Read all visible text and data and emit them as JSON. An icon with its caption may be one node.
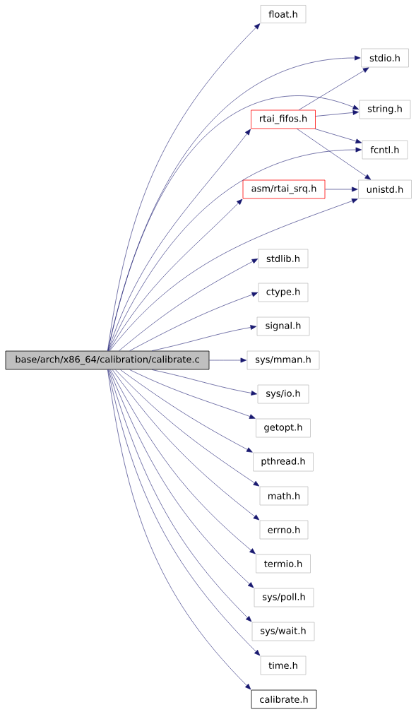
{
  "diagram": {
    "nodes": [
      {
        "text": [
          "base/arch/x86_64/calibration/calibrate.c"
        ]
      },
      {
        "text": [
          "float.h"
        ]
      },
      {
        "text": [
          "stdio.h"
        ]
      },
      {
        "text": [
          "rtai_fifos.h"
        ]
      },
      {
        "text": [
          "string.h"
        ]
      },
      {
        "text": [
          "fcntl.h"
        ]
      },
      {
        "text": [
          "asm/rtai_srq.h"
        ]
      },
      {
        "text": [
          "unistd.h"
        ]
      },
      {
        "text": [
          "stdlib.h"
        ]
      },
      {
        "text": [
          "ctype.h"
        ]
      },
      {
        "text": [
          "signal.h"
        ]
      },
      {
        "text": [
          "sys/mman.h"
        ]
      },
      {
        "text": [
          "sys/io.h"
        ]
      },
      {
        "text": [
          "getopt.h"
        ]
      },
      {
        "text": [
          "pthread.h"
        ]
      },
      {
        "text": [
          "math.h"
        ]
      },
      {
        "text": [
          "errno.h"
        ]
      },
      {
        "text": [
          "termio.h"
        ]
      },
      {
        "text": [
          "sys/poll.h"
        ]
      },
      {
        "text": [
          "sys/wait.h"
        ]
      },
      {
        "text": [
          "time.h"
        ]
      },
      {
        "text": [
          "calibrate.h"
        ]
      }
    ],
    "edges": [
      {
        "from": 0,
        "to": 1,
        "arrow": "to"
      },
      {
        "from": 0,
        "to": 2,
        "arrow": "to"
      },
      {
        "from": 0,
        "to": 3,
        "arrow": "to"
      },
      {
        "from": 0,
        "to": 4,
        "arrow": "to"
      },
      {
        "from": 0,
        "to": 5,
        "arrow": "to"
      },
      {
        "from": 0,
        "to": 6,
        "arrow": "to"
      },
      {
        "from": 0,
        "to": 7,
        "arrow": "to"
      },
      {
        "from": 0,
        "to": 8,
        "arrow": "to"
      },
      {
        "from": 0,
        "to": 9,
        "arrow": "to"
      },
      {
        "from": 0,
        "to": 10,
        "arrow": "to"
      },
      {
        "from": 0,
        "to": 11,
        "arrow": "to"
      },
      {
        "from": 0,
        "to": 12,
        "arrow": "to"
      },
      {
        "from": 0,
        "to": 13,
        "arrow": "to"
      },
      {
        "from": 0,
        "to": 14,
        "arrow": "to"
      },
      {
        "from": 0,
        "to": 15,
        "arrow": "to"
      },
      {
        "from": 0,
        "to": 16,
        "arrow": "to"
      },
      {
        "from": 0,
        "to": 17,
        "arrow": "to"
      },
      {
        "from": 0,
        "to": 18,
        "arrow": "to"
      },
      {
        "from": 0,
        "to": 19,
        "arrow": "to"
      },
      {
        "from": 0,
        "to": 20,
        "arrow": "to"
      },
      {
        "from": 0,
        "to": 21,
        "arrow": "to"
      },
      {
        "from": 3,
        "to": 2,
        "arrow": "to"
      },
      {
        "from": 3,
        "to": 4,
        "arrow": "to"
      },
      {
        "from": 3,
        "to": 5,
        "arrow": "to"
      },
      {
        "from": 3,
        "to": 7,
        "arrow": "to"
      },
      {
        "from": 6,
        "to": 7,
        "arrow": "to"
      }
    ]
  }
}
